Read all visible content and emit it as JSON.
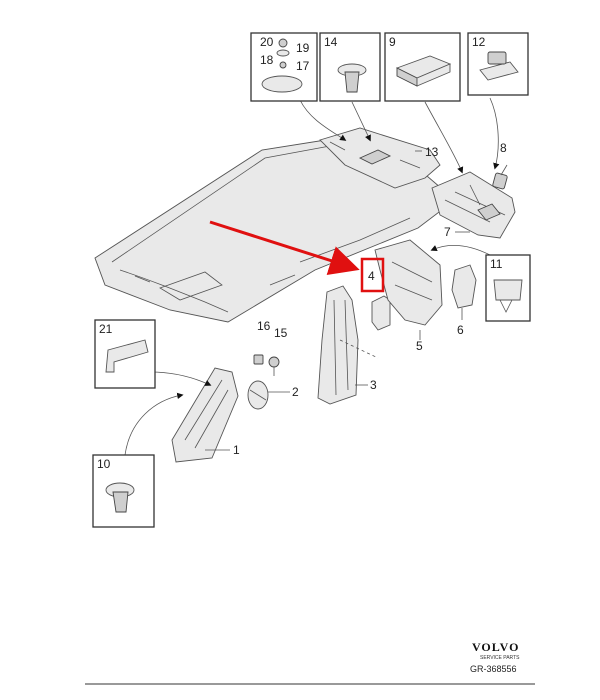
{
  "diagram": {
    "callouts": [
      "1",
      "2",
      "3",
      "4",
      "5",
      "6",
      "7",
      "8",
      "9",
      "10",
      "11",
      "12",
      "13",
      "14",
      "15",
      "16",
      "17",
      "18",
      "19",
      "20",
      "21"
    ],
    "highlight": {
      "part": "4",
      "color": "#e01010"
    },
    "footer": {
      "brand": "VOLVO",
      "brand_sub": "SERVICE PARTS",
      "code": "GR-368556"
    }
  }
}
